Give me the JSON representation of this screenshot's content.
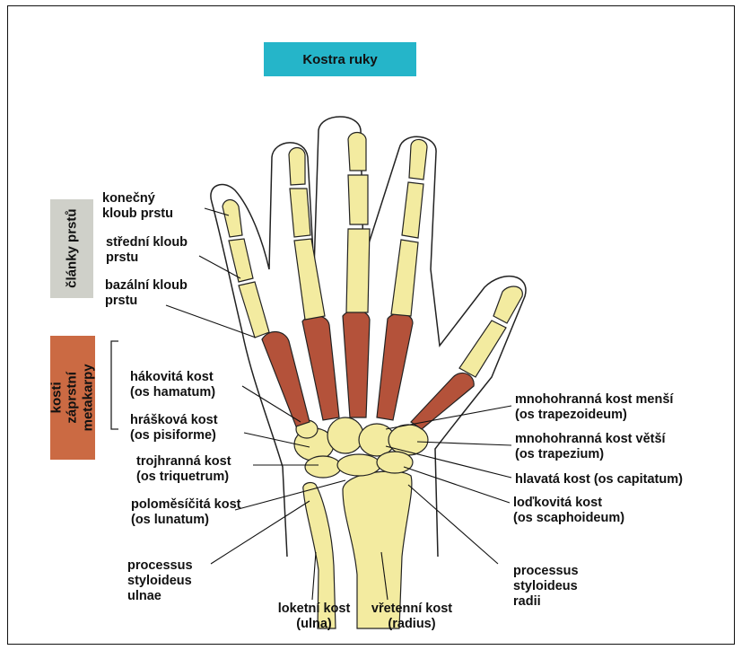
{
  "title": "Kostra ruky",
  "side_labels": {
    "phalanges": "články prstů",
    "metacarpals": "kosti záprstní metakarpy"
  },
  "labels": {
    "distal_joint": [
      "konečný",
      "kloub prstu"
    ],
    "middle_joint": [
      "střední kloub",
      "prstu"
    ],
    "basal_joint": [
      "bazální kloub",
      "prstu"
    ],
    "hamatum": [
      "hákovitá kost",
      "(os hamatum)"
    ],
    "pisiforme": [
      "hrášková kost",
      "(os pisiforme)"
    ],
    "triquetrum": [
      "trojhranná kost",
      "(os triquetrum)"
    ],
    "lunatum": [
      "poloměsíčitá  kost",
      "(os  lunatum)"
    ],
    "styloid_ulnae": [
      "processus",
      "styloideus",
      "ulnae"
    ],
    "ulna": [
      "loketní kost",
      "(ulna)"
    ],
    "radius": [
      "vřetenní kost",
      "(radius)"
    ],
    "styloid_radii": [
      "processus",
      "styloideus",
      "radii"
    ],
    "trapezoideum": [
      "mnohohranná kost  menší",
      "(os trapezoideum)"
    ],
    "trapezium": [
      "mnohohranná kost větší",
      "(os trapezium)"
    ],
    "capitatum": [
      "hlavatá kost (os capitatum)"
    ],
    "scaphoideum": [
      "loďkovitá kost",
      "(os  scaphoideum)"
    ]
  },
  "colors": {
    "title_bg": "#25b5c9",
    "phalanx_box": "#cfd0c9",
    "metacarpal_box": "#cb6a43",
    "bone_yellow": "#f3eba0",
    "bone_red": "#b4523a"
  }
}
